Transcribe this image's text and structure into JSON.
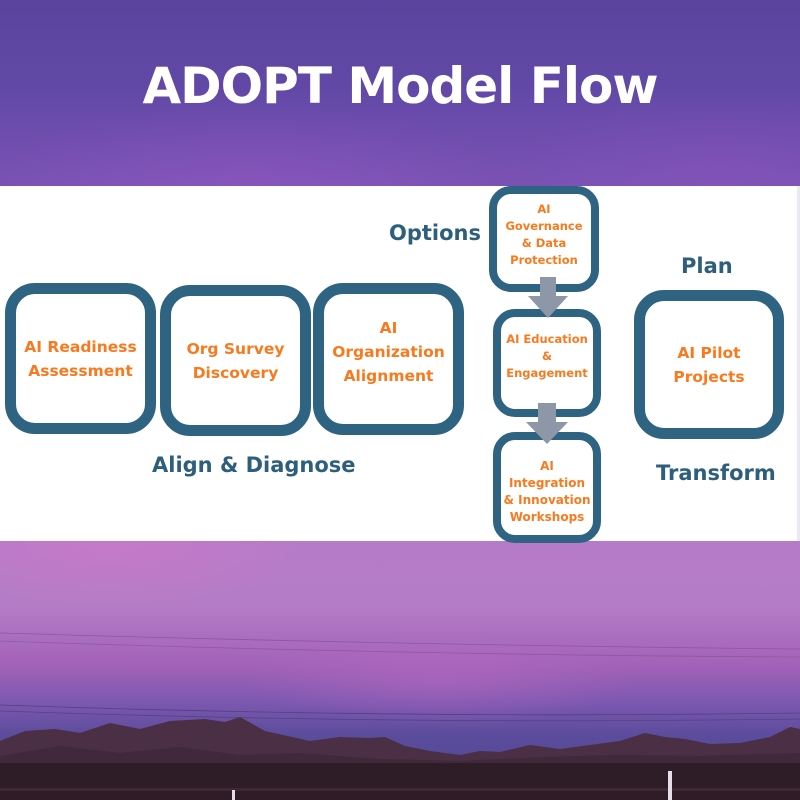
{
  "title": "ADOPT Model Flow",
  "colors": {
    "box_border": "#2e6482",
    "box_text": "#f97a1e",
    "stage_text": "#2d5f7c",
    "arrow": "#8e97a8",
    "title_text": "#ffffff"
  },
  "stages": {
    "align_diagnose": "Align & Diagnose",
    "options": "Options",
    "plan": "Plan",
    "transform": "Transform"
  },
  "align_diagnose_boxes": [
    {
      "label": "AI Readiness\nAssessment"
    },
    {
      "label": "Org Survey\nDiscovery"
    },
    {
      "label": "AI\nOrganization\nAlignment"
    }
  ],
  "options_boxes": [
    {
      "label": "AI Governance\n& Data\nProtection"
    },
    {
      "label": "AI Education &\nEngagement"
    },
    {
      "label": "AI Integration\n& Innovation\nWorkshops"
    }
  ],
  "plan_transform_box": {
    "label": "AI Pilot\nProjects"
  },
  "arrows": [
    {
      "from": "AI Governance & Data Protection",
      "to": "AI Education & Engagement",
      "direction": "down"
    },
    {
      "from": "AI Education & Engagement",
      "to": "AI Integration & Innovation Workshops",
      "direction": "down"
    }
  ]
}
